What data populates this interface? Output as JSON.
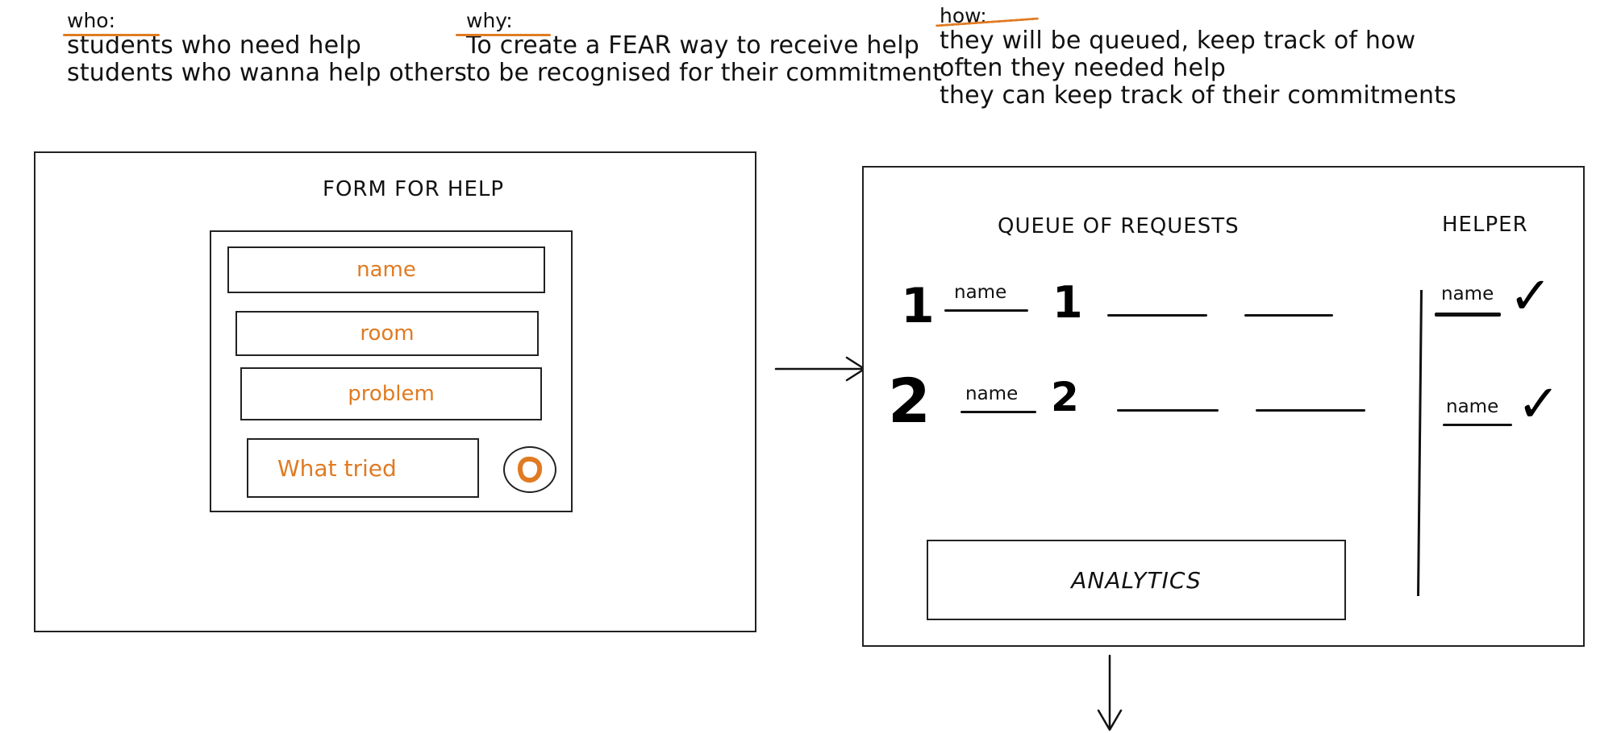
{
  "notes": {
    "who": {
      "heading": "who:",
      "lines": [
        "students who need help",
        "students who wanna help others"
      ]
    },
    "why": {
      "heading": "why:",
      "lines": [
        "To create a FEAR way to receive help",
        "to be recognised for their commitment"
      ]
    },
    "how": {
      "heading": "how:",
      "lines": [
        "they will be queued, keep track of how",
        "often they needed help",
        "they can keep track of their commitments"
      ]
    }
  },
  "form": {
    "title": "FORM FOR HELP",
    "fields": {
      "name": "name",
      "room": "room",
      "problem": "problem",
      "what_tried": "What tried"
    }
  },
  "queue": {
    "title": "QUEUE OF REQUESTS",
    "rows": [
      {
        "index": "1",
        "name": "name",
        "count": "1"
      },
      {
        "index": "2",
        "name": "name",
        "count": "2"
      }
    ],
    "analytics_label": "ANALYTICS"
  },
  "helper": {
    "title": "HELPER",
    "entries": [
      {
        "name": "name",
        "check": "✓"
      },
      {
        "name": "name",
        "check": "✓"
      }
    ]
  },
  "colors": {
    "accent": "#e07b22",
    "ink": "#111111"
  }
}
